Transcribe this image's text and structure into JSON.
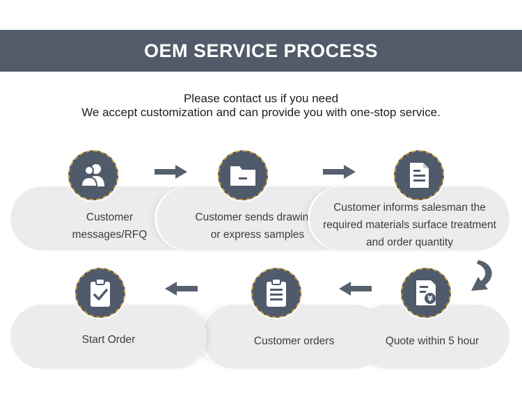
{
  "header": {
    "title": "OEM SERVICE PROCESS"
  },
  "intro": {
    "line1": "Please contact us if you need",
    "line2": "We accept customization and can provide you with one-stop service."
  },
  "steps": [
    {
      "icon": "users-icon",
      "lines": [
        "Customer",
        "messages/RFQ"
      ]
    },
    {
      "icon": "folder-icon",
      "lines": [
        "Customer sends drawings",
        "or express samples"
      ]
    },
    {
      "icon": "document-icon",
      "lines": [
        "Customer informs salesman the",
        "required materials surface treatment",
        "and order quantity"
      ]
    },
    {
      "icon": "quote-yen-icon",
      "lines": [
        "Quote within 5 hour"
      ]
    },
    {
      "icon": "clipboard-list-icon",
      "lines": [
        "Customer orders"
      ]
    },
    {
      "icon": "clipboard-check-icon",
      "lines": [
        "Start Order"
      ]
    }
  ],
  "colors": {
    "banner": "#515b69",
    "badge": "#4f5a6b",
    "badge_ring": "#c69a3c",
    "pill": "#ececee",
    "arrow": "#56606e"
  }
}
